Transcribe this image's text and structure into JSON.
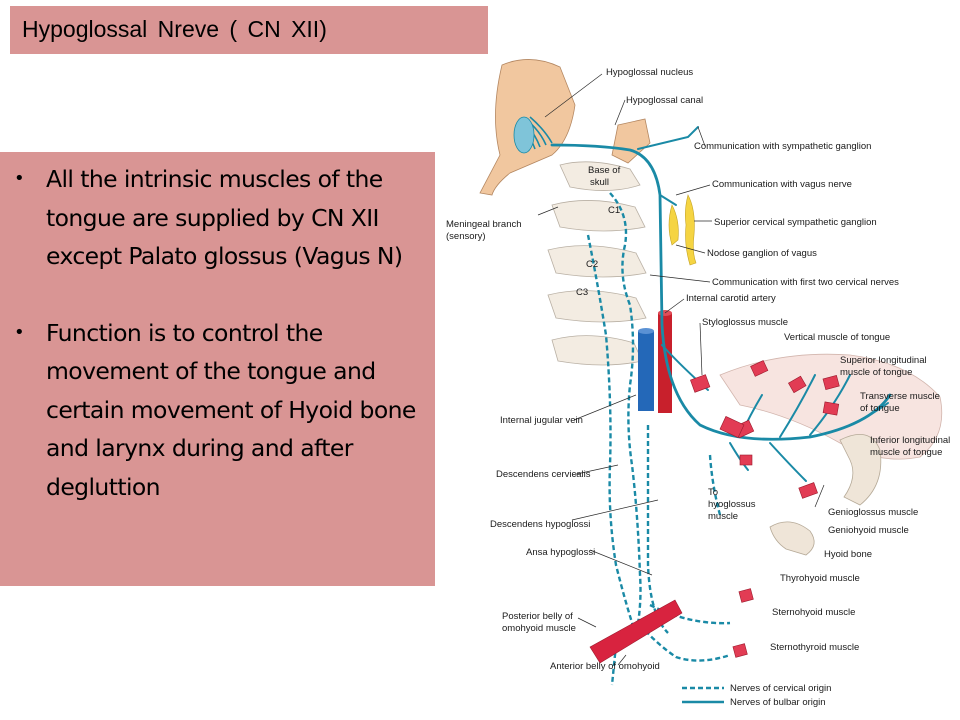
{
  "title": "Hypoglossal  Nreve  ( CN XII)",
  "bullets": [
    "All the intrinsic muscles of the tongue are supplied by CN XII except Palato glossus (Vagus N)",
    "Function is to control the movement of the tongue and certain movement of Hyoid bone and larynx during and after degluttion"
  ],
  "figure": {
    "labels": {
      "hypoglossal_nucleus": "Hypoglossal nucleus",
      "hypoglossal_canal": "Hypoglossal canal",
      "comm_sympathetic": "Communication with sympathetic ganglion",
      "comm_vagus": "Communication with vagus nerve",
      "sup_cervical_ganglion": "Superior cervical sympathetic ganglion",
      "nodose_ganglion": "Nodose ganglion of vagus",
      "comm_cervical": "Communication with first two cervical nerves",
      "base_of_skull_1": "Base of",
      "base_of_skull_2": "skull",
      "meningeal_1": "Meningeal branch",
      "meningeal_2": "(sensory)",
      "c1": "C1",
      "c2": "C2",
      "c3": "C3",
      "internal_carotid": "Internal carotid artery",
      "styloglossus": "Styloglossus muscle",
      "vertical_tongue": "Vertical muscle of tongue",
      "sup_long_1": "Superior longitudinal",
      "sup_long_2": "muscle of tongue",
      "transverse_1": "Transverse muscle",
      "transverse_2": "of tongue",
      "inf_long_1": "Inferior longitudinal",
      "inf_long_2": "muscle of tongue",
      "internal_jugular": "Internal jugular vein",
      "descendens_cervicalis": "Descendens cervicalis",
      "to_hyoglossus_1": "To",
      "to_hyoglossus_2": "hyoglossus",
      "to_hyoglossus_3": "muscle",
      "genioglossus": "Genioglossus muscle",
      "geniohyoid": "Geniohyoid muscle",
      "descendens_hypoglossi": "Descendens hypoglossi",
      "ansa_hypoglossi": "Ansa hypoglossi",
      "hyoid_bone": "Hyoid bone",
      "thyrohyoid": "Thyrohyoid muscle",
      "sternohyoid": "Sternohyoid muscle",
      "posterior_belly_1": "Posterior belly of",
      "posterior_belly_2": "omohyoid muscle",
      "sternothyroid": "Sternothyroid muscle",
      "anterior_belly": "Anterior belly of omohyoid",
      "legend_cervical": "Nerves of cervical origin",
      "legend_bulbar": "Nerves of bulbar origin"
    }
  }
}
